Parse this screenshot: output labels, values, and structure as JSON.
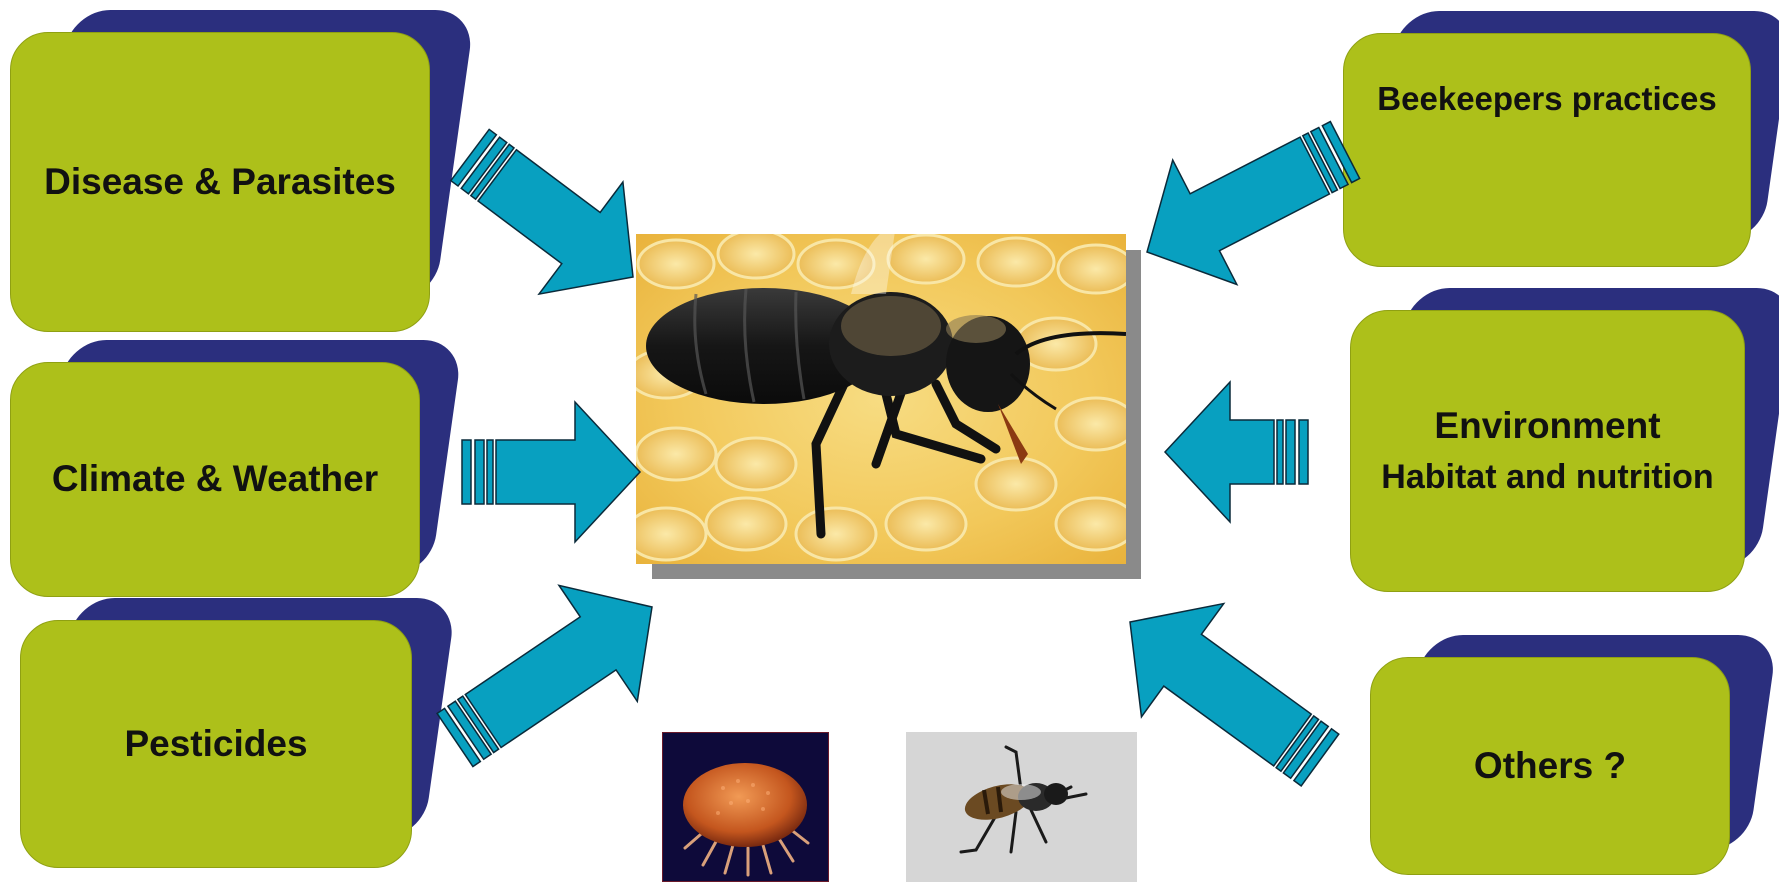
{
  "factors": {
    "disease": "Disease & Parasites",
    "climate": "Climate & Weather",
    "pesticides": "Pesticides",
    "beekeepers": "Beekeepers practices",
    "environment": "Environment",
    "environment_sub": "Habitat and nutrition",
    "others": "Others ?"
  },
  "colors": {
    "box_fill": "#adc01a",
    "box_shadow": "#2b2f7e",
    "arrow": "#08a0c0"
  },
  "images": {
    "center": "honey-bee-on-honeycomb",
    "mite": "varroa-mite",
    "small_bee": "dead-bee"
  }
}
